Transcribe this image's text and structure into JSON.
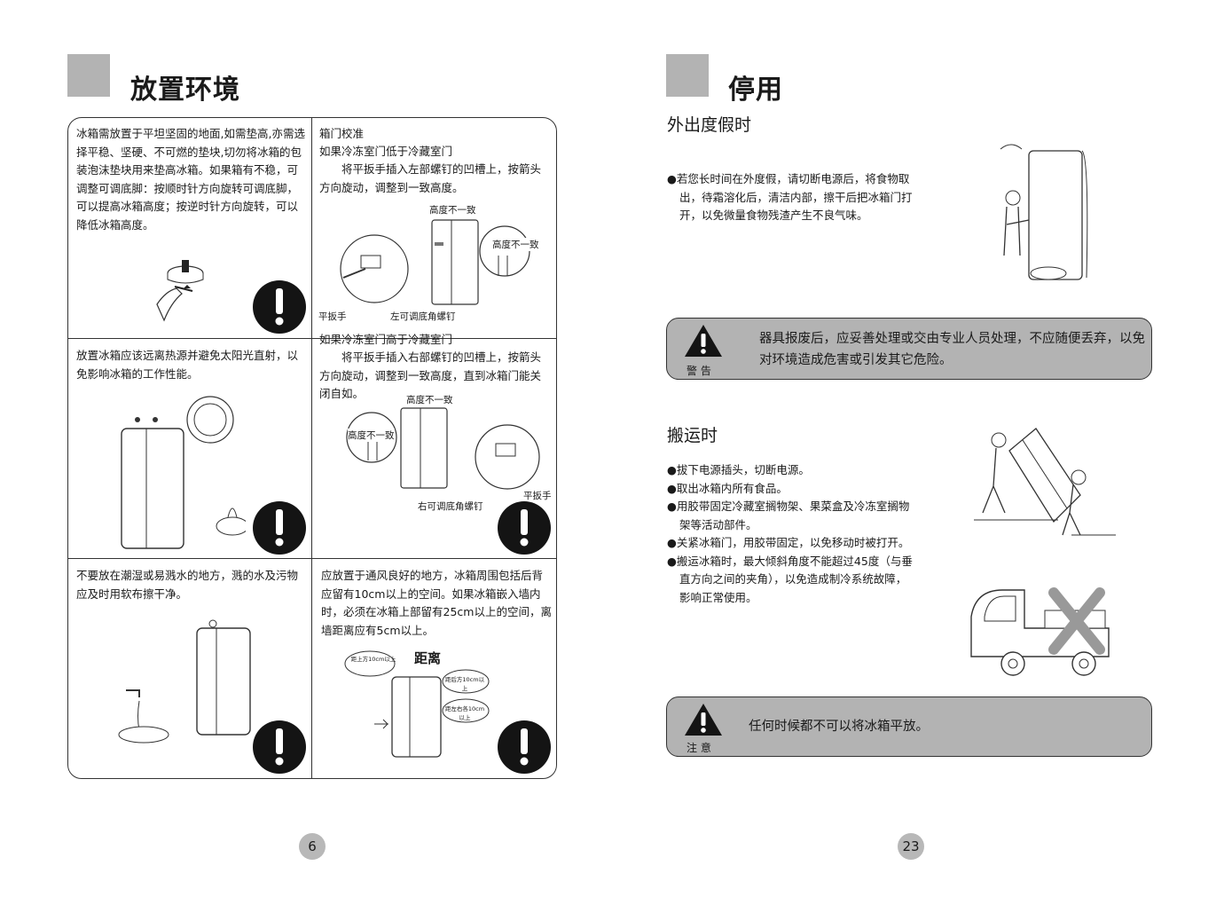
{
  "left": {
    "title": "放置环境",
    "cells": {
      "c1": "冰箱需放置于平坦坚固的地面,如需垫高,亦需选择平稳、坚硬、不可燃的垫块,切勿将冰箱的包装泡沫垫块用来垫高冰箱。如果箱有不稳，可调整可调底脚：按顺时针方向旋转可调底脚，可以提高冰箱高度；按逆时针方向旋转，可以降低冰箱高度。",
      "c2_heading": "箱门校准",
      "c2_sub": "如果冷冻室门低于冷藏室门",
      "c2_body": "将平扳手插入左部螺钉的凹槽上，按箭头方向旋动，调整到一致高度。",
      "c2_lbl_top": "高度不一致",
      "c2_lbl_bubble": "高度不一致",
      "c2_lbl_wrench": "平扳手",
      "c2_lbl_screw": "左可调底角螺钉",
      "c3": "放置冰箱应该远离热源并避免太阳光直射，以免影响冰箱的工作性能。",
      "c4_sub": "如果冷冻室门高于冷藏室门",
      "c4_body": "将平扳手插入右部螺钉的凹槽上，按箭头方向旋动，调整到一致高度，直到冰箱门能关闭自如。",
      "c4_lbl_top": "高度不一致",
      "c4_lbl_bubble": "高度不一致",
      "c4_lbl_wrench": "平扳手",
      "c4_lbl_screw": "右可调底角螺钉",
      "c5": "不要放在潮湿或易溅水的地方，溅的水及污物应及时用软布擦干净。",
      "c6": "应放置于通风良好的地方，冰箱周围包括后背应留有10cm以上的空间。如果冰箱嵌入墙内时，必须在冰箱上部留有25cm以上的空间，离墙距离应有5cm以上。",
      "c6_lbl_dist": "距离",
      "c6_lbl_top": "距上方10cm以上",
      "c6_lbl_back": "距后方10cm以上",
      "c6_lbl_side": "距左右各10cm以上"
    },
    "page_number": "6"
  },
  "right": {
    "title": "停用",
    "vacation": {
      "heading": "外出度假时",
      "text": "●若您长时间在外度假，请切断电源后，将食物取出，待霜溶化后，清洁内部，擦干后把冰箱门打开，以免微量食物残渣产生不良气味。"
    },
    "warning": {
      "label": "警 告",
      "text": "器具报废后，应妥善处理或交由专业人员处理，不应随便丢弃，以免对环境造成危害或引发其它危险。"
    },
    "moving": {
      "heading": "搬运时",
      "bullets": [
        "●拔下电源插头，切断电源。",
        "●取出冰箱内所有食品。",
        "●用胶带固定冷藏室搁物架、果菜盒及冷冻室搁物架等活动部件。",
        "●关紧冰箱门，用胶带固定，以免移动时被打开。",
        "●搬运冰箱时，最大倾斜角度不能超过45度（与垂直方向之间的夹角），以免造成制冷系统故障，影响正常使用。"
      ]
    },
    "notice": {
      "label": "注 意",
      "text": "任何时候都不可以将冰箱平放。"
    },
    "page_number": "23"
  },
  "colors": {
    "panel_gray": "#b3b3b3",
    "border": "#333333",
    "icon_black": "#141414"
  }
}
